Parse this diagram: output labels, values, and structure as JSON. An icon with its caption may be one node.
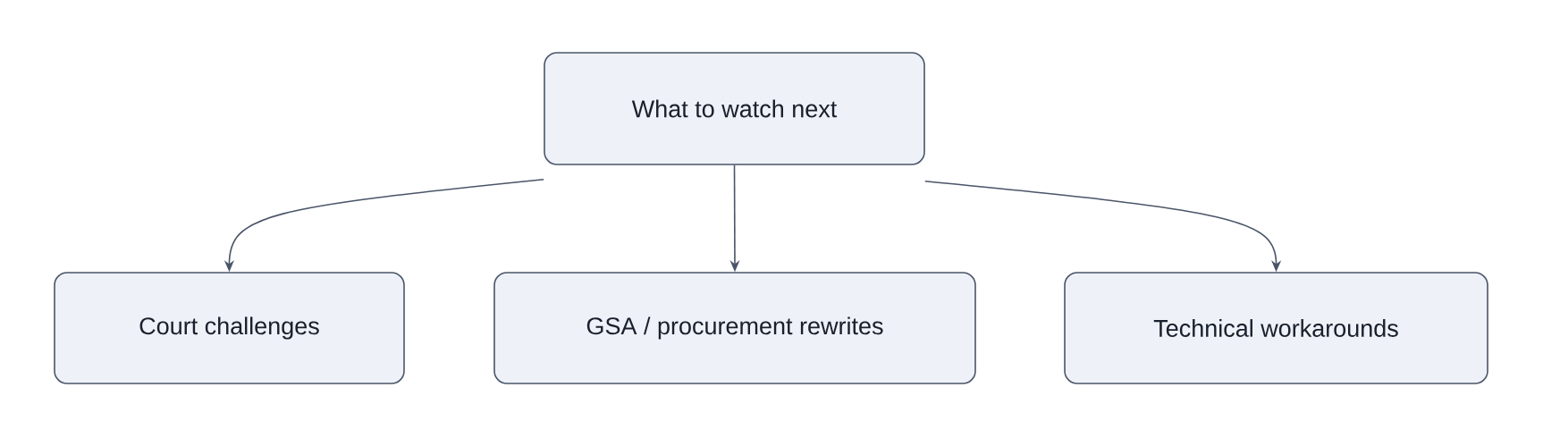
{
  "diagram": {
    "nodes": [
      {
        "text": [
          "What to watch next"
        ]
      },
      {
        "text": [
          "Court challenges"
        ]
      },
      {
        "text": [
          "GSA / procurement rewrites"
        ]
      },
      {
        "text": [
          "Technical workarounds"
        ]
      }
    ],
    "edges": [
      {
        "from": 0,
        "to": 1,
        "arrow": "to"
      },
      {
        "from": 0,
        "to": 2,
        "arrow": "to"
      },
      {
        "from": 0,
        "to": 3,
        "arrow": "to"
      }
    ]
  }
}
